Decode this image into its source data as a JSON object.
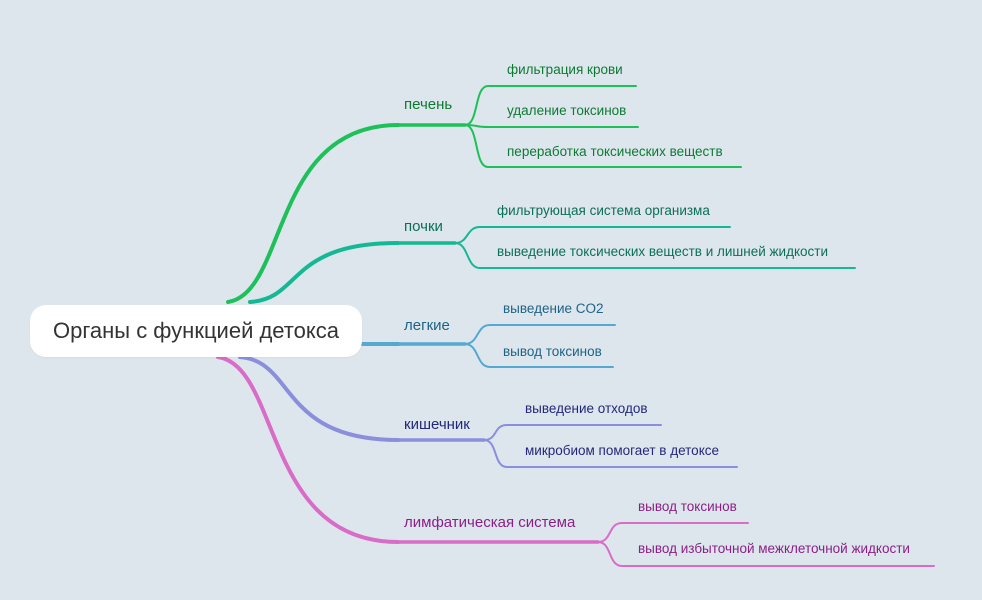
{
  "root": {
    "label": "Органы с функцией детокса"
  },
  "branches": [
    {
      "label": "печень",
      "color": "#1ec05a",
      "text_color": "#0d7a32",
      "leaves": [
        "фильтрация крови",
        "удаление токсинов",
        "переработка токсических веществ"
      ]
    },
    {
      "label": "почки",
      "color": "#15b894",
      "text_color": "#0b6f58",
      "leaves": [
        "фильтрующая система организма",
        "выведение токсических веществ и лишней жидкости"
      ]
    },
    {
      "label": "легкие",
      "color": "#55a8cf",
      "text_color": "#1e6385",
      "leaves": [
        "выведение CO2",
        "вывод токсинов"
      ]
    },
    {
      "label": "кишечник",
      "color": "#8a8edb",
      "text_color": "#23287a",
      "leaves": [
        "выведение отходов",
        "микробиом помогает в детоксе"
      ]
    },
    {
      "label": "лимфатическая система",
      "color": "#d86cc6",
      "text_color": "#8c1f86",
      "leaves": [
        "вывод токсинов",
        "вывод избыточной межклеточной жидкости"
      ]
    }
  ]
}
